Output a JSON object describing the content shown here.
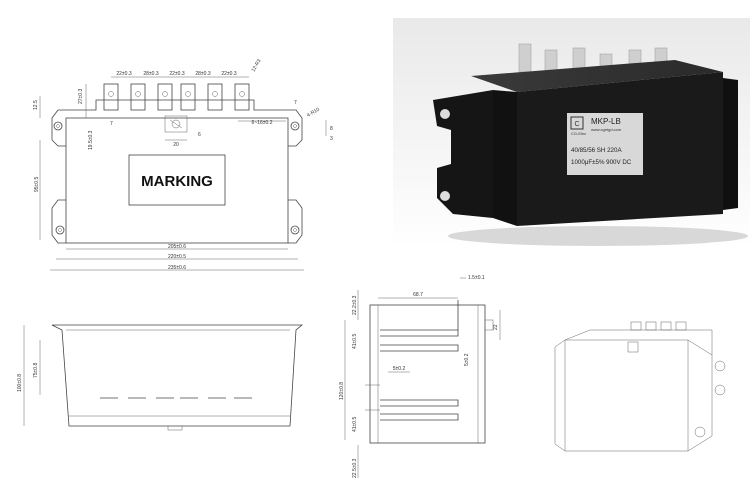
{
  "top_view": {
    "marking": "MARKING",
    "dims": {
      "pitch_1": "22±0.3",
      "pitch_2": "28±0.3",
      "pitch_3": "22±0.3",
      "pitch_4": "28±0.3",
      "pitch_5": "22±0.3",
      "top_left_1": "27±0.3",
      "top_left_2": "12.5",
      "terminal_len": "19.5±0.3",
      "tab_7": "7",
      "hole_6": "6",
      "center_20": "20",
      "slot": "6~16±0.2",
      "r_top": "12-R3",
      "r_side": "4-R10",
      "side_8": "8",
      "side_7": "7",
      "side_3": "3",
      "height": "95±0.5",
      "w_205": "205±0.6",
      "w_220": "220±0.5",
      "w_235": "235±0.6"
    }
  },
  "front_view": {
    "dims": {
      "h_100": "100±0.8",
      "h_75": "75±0.8"
    }
  },
  "side_view": {
    "dims": {
      "d_68_7": "68.7",
      "d_1_5": "1.5±0.1",
      "d_22": "22",
      "d_22_2": "22.2±0.3",
      "d_41_a": "41±0.5",
      "d_41_b": "41±0.5",
      "d_5_a": "5±0.2",
      "d_5_b": "5±0.2",
      "d_120": "120±0.8",
      "d_22_5": "22.5±0.3"
    }
  },
  "photo": {
    "logo": "CG-Elec",
    "site": "www.cgetgd.com",
    "model": "MKP-LB",
    "line1": "40/85/56  SH  220A",
    "line2": "1000μF±5%  900V DC",
    "colors": {
      "body": "#1a1a1a",
      "label": "#d8d8d8",
      "terminals": "#c9c9c9"
    }
  }
}
